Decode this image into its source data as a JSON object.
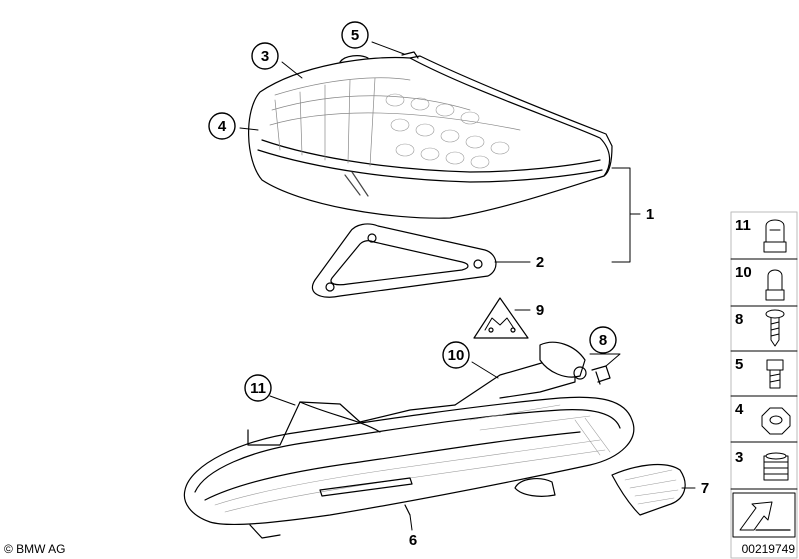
{
  "callouts": {
    "c1": "1",
    "c2": "2",
    "c3": "3",
    "c4": "4",
    "c5": "5",
    "c6": "6",
    "c7": "7",
    "c8": "8",
    "c9": "9",
    "c10": "10",
    "c11": "11"
  },
  "sidebar": {
    "s11": "11",
    "s10": "10",
    "s8": "8",
    "s5": "5",
    "s4": "4",
    "s3": "3"
  },
  "footer": {
    "copyright": "© BMW AG",
    "part_number": "00219749"
  }
}
